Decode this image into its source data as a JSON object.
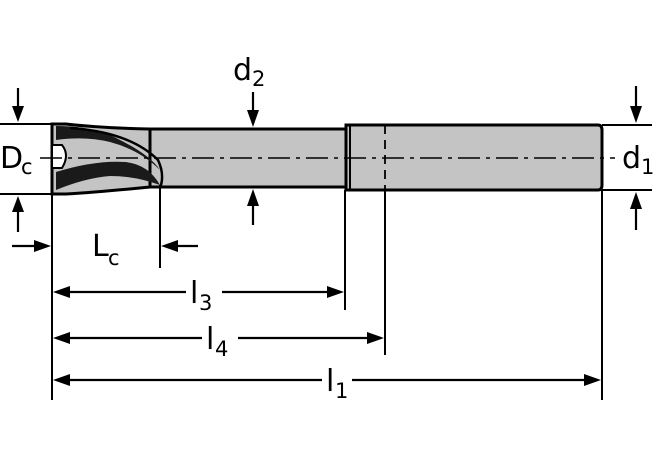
{
  "labels": {
    "Dc": {
      "base": "D",
      "sub": "c"
    },
    "d1": {
      "base": "d",
      "sub": "1"
    },
    "d2": {
      "base": "d",
      "sub": "2"
    },
    "Lc": {
      "base": "L",
      "sub": "c"
    },
    "l1": {
      "base": "l",
      "sub": "1"
    },
    "l3": {
      "base": "l",
      "sub": "3"
    },
    "l4": {
      "base": "l",
      "sub": "4"
    }
  },
  "colors": {
    "tool_body": "#c4c4c4",
    "outline": "#000000",
    "background": "#ffffff"
  }
}
